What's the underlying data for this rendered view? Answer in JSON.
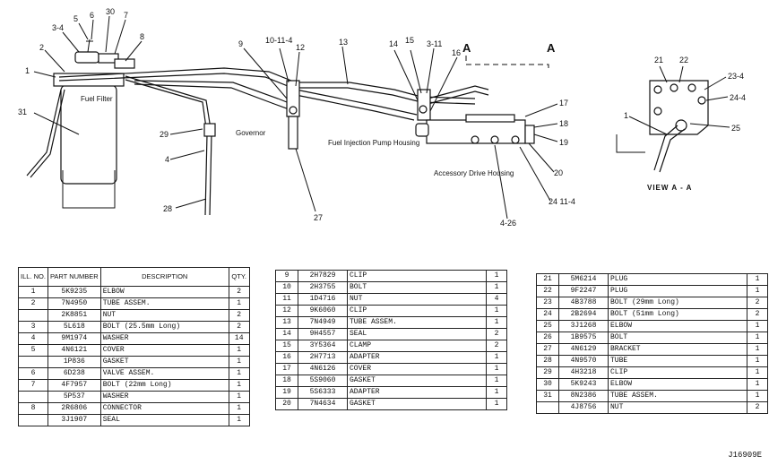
{
  "callouts": {
    "c1": "1",
    "c2": "2",
    "c34": "3-4",
    "c5": "5",
    "c6": "6",
    "c30": "30",
    "c7": "7",
    "c8": "8",
    "c31": "31",
    "c29": "29",
    "c4": "4",
    "c28": "28",
    "c9": "9",
    "c10114": "10-11-4",
    "c12": "12",
    "c13": "13",
    "c14": "14",
    "c15": "15",
    "c311": "3-11",
    "c16": "16",
    "c17": "17",
    "c18": "18",
    "c19": "19",
    "c20": "20",
    "c24114": "24 11-4",
    "c426": "4-26",
    "c27": "27",
    "c21": "21",
    "c22": "22",
    "c234": "23-4",
    "c244": "24-4",
    "c25": "25",
    "cv1": "1"
  },
  "labels": {
    "fuel_filter": "Fuel Filter",
    "governor": "Governor",
    "pump_housing": "Fuel Injection Pump Housing",
    "accessory_drive": "Accessory Drive Housing",
    "section_a": "A",
    "view": "VIEW A - A"
  },
  "table1": {
    "headers": {
      "no": "ILL. NO.",
      "part": "PART NUMBER",
      "desc": "DESCRIPTION",
      "qty": "QTY."
    },
    "rows": [
      {
        "no": "1",
        "part": "5K9235",
        "desc": "ELBOW",
        "qty": "2"
      },
      {
        "no": "2",
        "part": "7N4950",
        "desc": "TUBE ASSEM.",
        "qty": "1"
      },
      {
        "no": "",
        "part": "2K8851",
        "desc": "NUT",
        "qty": "2"
      },
      {
        "no": "3",
        "part": "5L618",
        "desc": "BOLT (25.5mm Long)",
        "qty": "2"
      },
      {
        "no": "4",
        "part": "9M1974",
        "desc": "WASHER",
        "qty": "14"
      },
      {
        "no": "5",
        "part": "4N6121",
        "desc": "COVER",
        "qty": "1"
      },
      {
        "no": "",
        "part": "1P836",
        "desc": "GASKET",
        "qty": "1"
      },
      {
        "no": "6",
        "part": "6D238",
        "desc": "VALVE ASSEM.",
        "qty": "1"
      },
      {
        "no": "7",
        "part": "4F7957",
        "desc": "BOLT (22mm Long)",
        "qty": "1"
      },
      {
        "no": "",
        "part": "5P537",
        "desc": "WASHER",
        "qty": "1"
      },
      {
        "no": "8",
        "part": "2R6806",
        "desc": "CONNECTOR",
        "qty": "1"
      },
      {
        "no": "",
        "part": "3J1907",
        "desc": "SEAL",
        "qty": "1"
      }
    ]
  },
  "table2": {
    "rows": [
      {
        "no": "9",
        "part": "2H7829",
        "desc": "CLIP",
        "qty": "1"
      },
      {
        "no": "10",
        "part": "2H3755",
        "desc": "BOLT",
        "qty": "1"
      },
      {
        "no": "11",
        "part": "1D4716",
        "desc": "NUT",
        "qty": "4"
      },
      {
        "no": "12",
        "part": "9K6060",
        "desc": "CLIP",
        "qty": "1"
      },
      {
        "no": "13",
        "part": "7N4949",
        "desc": "TUBE ASSEM.",
        "qty": "1"
      },
      {
        "no": "14",
        "part": "9H4557",
        "desc": "SEAL",
        "qty": "2"
      },
      {
        "no": "15",
        "part": "3Y5364",
        "desc": "CLAMP",
        "qty": "2"
      },
      {
        "no": "16",
        "part": "2H7713",
        "desc": "ADAPTER",
        "qty": "1"
      },
      {
        "no": "17",
        "part": "4N6126",
        "desc": "COVER",
        "qty": "1"
      },
      {
        "no": "18",
        "part": "5S9060",
        "desc": "GASKET",
        "qty": "1"
      },
      {
        "no": "19",
        "part": "5S6333",
        "desc": "ADAPTER",
        "qty": "1"
      },
      {
        "no": "20",
        "part": "7N4634",
        "desc": "GASKET",
        "qty": "1"
      }
    ]
  },
  "table3": {
    "rows": [
      {
        "no": "21",
        "part": "5M6214",
        "desc": "PLUG",
        "qty": "1"
      },
      {
        "no": "22",
        "part": "9F2247",
        "desc": "PLUG",
        "qty": "1"
      },
      {
        "no": "23",
        "part": "4B3788",
        "desc": "BOLT (29mm Long)",
        "qty": "2"
      },
      {
        "no": "24",
        "part": "2B2694",
        "desc": "BOLT (51mm Long)",
        "qty": "2"
      },
      {
        "no": "25",
        "part": "3J1268",
        "desc": "ELBOW",
        "qty": "1"
      },
      {
        "no": "26",
        "part": "1B9575",
        "desc": "BOLT",
        "qty": "1"
      },
      {
        "no": "27",
        "part": "4N6129",
        "desc": "BRACKET",
        "qty": "1"
      },
      {
        "no": "28",
        "part": "4N9570",
        "desc": "TUBE",
        "qty": "1"
      },
      {
        "no": "29",
        "part": "4H3218",
        "desc": "CLIP",
        "qty": "1"
      },
      {
        "no": "30",
        "part": "5K9243",
        "desc": "ELBOW",
        "qty": "1"
      },
      {
        "no": "31",
        "part": "8N2386",
        "desc": "TUBE ASSEM.",
        "qty": "1"
      },
      {
        "no": "",
        "part": "4J8756",
        "desc": "NUT",
        "qty": "2"
      }
    ]
  },
  "figure_ref": "J16909E"
}
